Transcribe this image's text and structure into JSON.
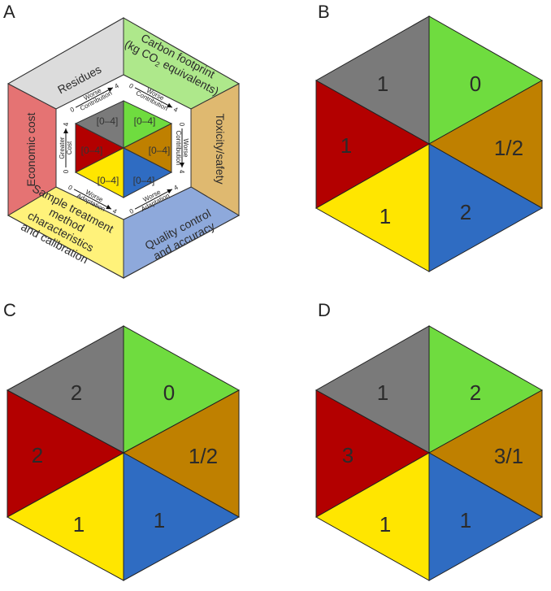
{
  "colors": {
    "grey": "#7a7a7a",
    "green": "#6fdc3f",
    "brown": "#bf8000",
    "blue": "#2f6cc2",
    "yellow": "#ffe600",
    "red": "#b30000",
    "outer_grey": "#dcdcdc",
    "outer_green": "#aee88b",
    "outer_brown": "#dfb970",
    "outer_blue": "#8ea9db",
    "outer_yellow": "#fff27a",
    "outer_red": "#e57373"
  },
  "panel_a": {
    "letter": "A",
    "outer_labels": {
      "residues": "Residues",
      "carbon_1": "Carbon footprint",
      "carbon_2": "(kg CO",
      "carbon_sub": "2",
      "carbon_3": " equivalents)",
      "toxicity": "Toxicity/safety",
      "quality_1": "Quality control",
      "quality_2": "and accuracy",
      "sample_1": "Sample treatment",
      "sample_2": "method",
      "sample_3": "characteristics",
      "sample_4": "and calibration",
      "economic": "Economic cost"
    },
    "scales": {
      "top_worse": "Worse",
      "top_contribution": "Contribution",
      "right_worse": "Worse",
      "right_contribution": "Contribution",
      "bottom_left_worse": "Worse",
      "bottom_left_adaptation": "Adaptation",
      "bottom_right_worse": "Worse",
      "bottom_right_adaptation": "Adaptation",
      "left_greater": "Greater",
      "left_cost": "Cost",
      "zero": "0",
      "four": "4"
    },
    "ranges": {
      "grey": "[0–4]",
      "green": "[0–4]",
      "brown": "[0–4]",
      "blue": "[0–4]",
      "yellow": "[0–4]",
      "red": "[0–4]"
    }
  },
  "panel_b": {
    "letter": "B",
    "scores": {
      "grey": "1",
      "green": "0",
      "brown": "1/2",
      "blue": "2",
      "yellow": "1",
      "red": "1"
    }
  },
  "panel_c": {
    "letter": "C",
    "scores": {
      "grey": "2",
      "green": "0",
      "brown": "1/2",
      "blue": "1",
      "yellow": "1",
      "red": "2"
    }
  },
  "panel_d": {
    "letter": "D",
    "scores": {
      "grey": "1",
      "green": "2",
      "brown": "3/1",
      "blue": "1",
      "yellow": "1",
      "red": "3"
    }
  }
}
